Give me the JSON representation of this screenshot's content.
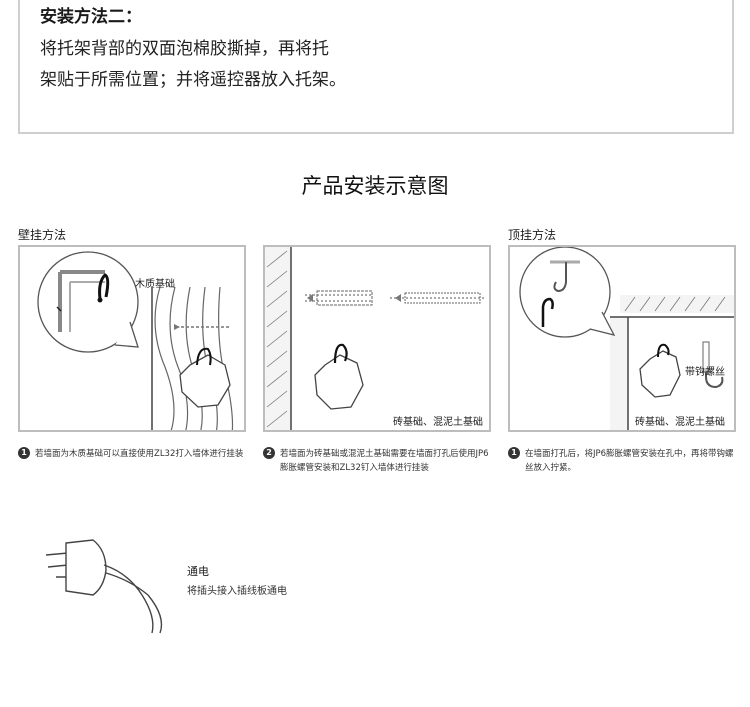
{
  "method": {
    "title": "安装方法二：",
    "lines": [
      "将托架背部的双面泡棉胶撕掉，再将托",
      "架贴于所需位置；并将遥控器放入托架。"
    ]
  },
  "diagram_title": "产品安装示意图",
  "columns": {
    "wall_label": "壁挂方法",
    "ceiling_label": "顶挂方法"
  },
  "panels": [
    {
      "label": "木质基础"
    },
    {
      "label": "砖基础、混泥土基础"
    },
    {
      "label_top": "带钩螺丝",
      "label_bottom": "砖基础、混泥土基础"
    }
  ],
  "notes": [
    {
      "num": "1",
      "text": "若墙面为木质基础可以直接使用ZL32打入墙体进行挂装"
    },
    {
      "num": "2",
      "text": "若墙面为砖基础或混泥土基础需要在墙面打孔后使用JP6膨胀螺管安装和ZL32钉入墙体进行挂装"
    },
    {
      "num": "1",
      "text": "在墙面打孔后，将JP6膨胀螺管安装在孔中，再将带钩螺丝放入拧紧。"
    }
  ],
  "power": {
    "title": "通电",
    "text": "将插头接入插线板通电"
  }
}
